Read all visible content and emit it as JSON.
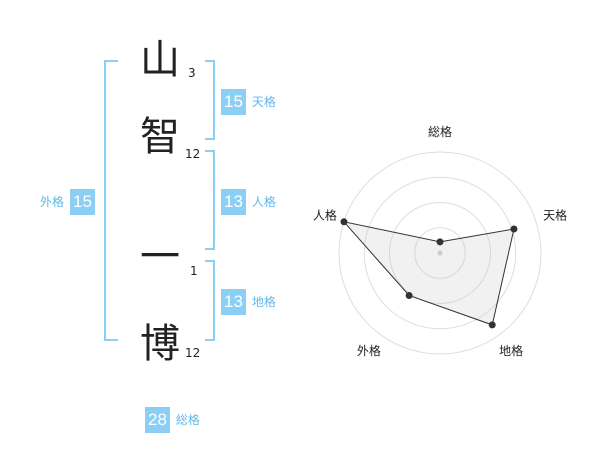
{
  "name": {
    "chars": [
      {
        "char": "山",
        "strokes": "3"
      },
      {
        "char": "智",
        "strokes": "12"
      },
      {
        "char": "一",
        "strokes": "1"
      },
      {
        "char": "博",
        "strokes": "12"
      }
    ]
  },
  "kaku": {
    "tenkaku": {
      "value": "15",
      "label": "天格"
    },
    "jinkaku": {
      "value": "13",
      "label": "人格"
    },
    "chikaku": {
      "value": "13",
      "label": "地格"
    },
    "gaikaku": {
      "value": "15",
      "label": "外格"
    },
    "soukaku": {
      "value": "28",
      "label": "総格"
    }
  },
  "colors": {
    "accent": "#8ccff5",
    "accent_text": "#62b8ec",
    "text": "#222222"
  },
  "chart_data": {
    "type": "radar",
    "axes": [
      "総格",
      "天格",
      "地格",
      "外格",
      "人格"
    ],
    "values": [
      0.11,
      0.77,
      0.88,
      0.52,
      1.0
    ],
    "rings": 4,
    "grid": true
  }
}
